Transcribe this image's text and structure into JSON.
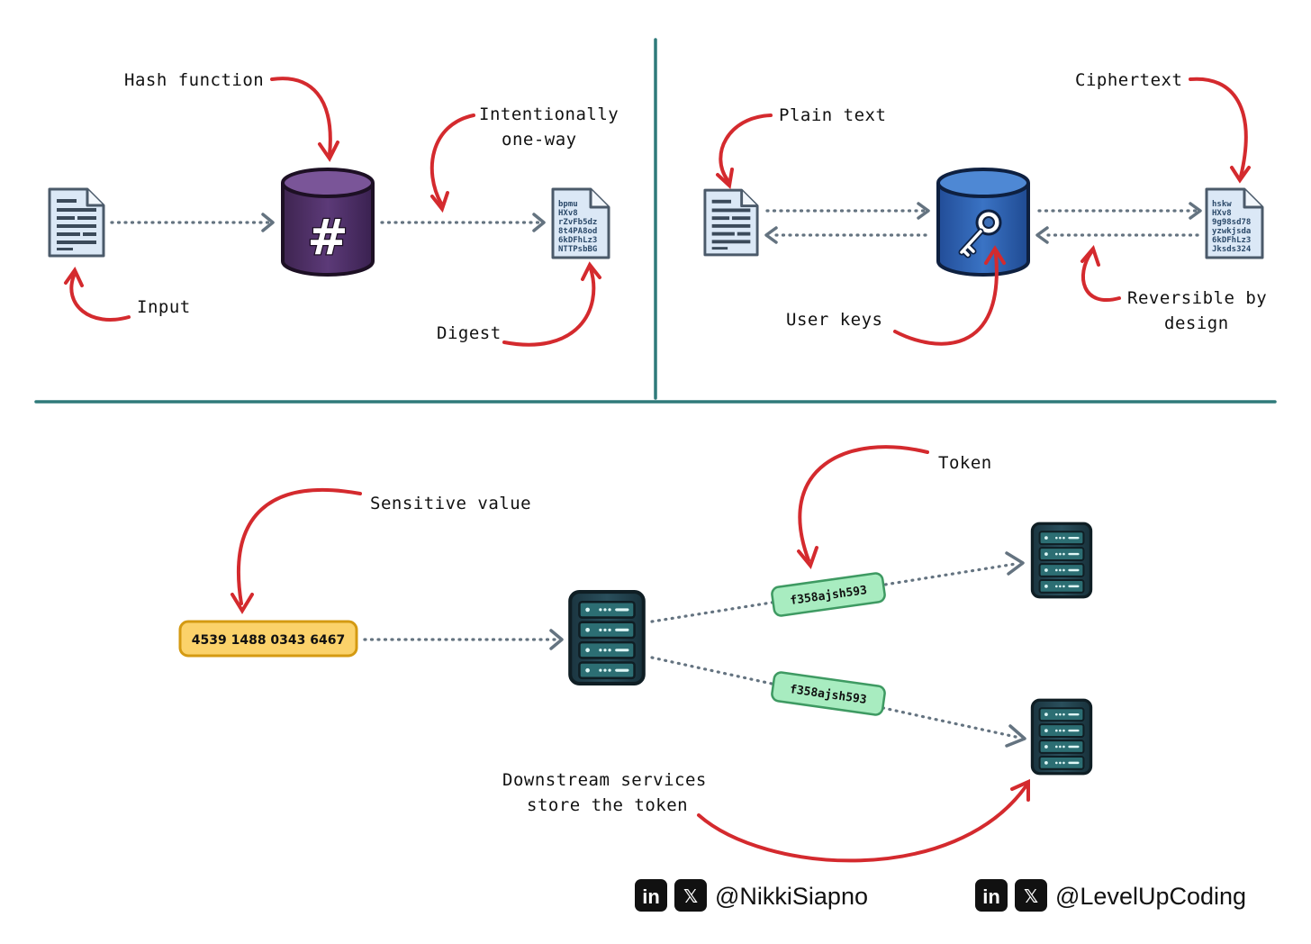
{
  "hashing": {
    "labels": {
      "hash_function": "Hash function",
      "intent_line1": "Intentionally",
      "intent_line2": "one-way",
      "input": "Input",
      "digest": "Digest"
    },
    "digest_lines": [
      "bpmu",
      "HXv8",
      "rZvFb5dz",
      "8t4PA8od",
      "6kDFhLz3",
      "NTTPsbBG"
    ],
    "hash_symbol": "#"
  },
  "encryption": {
    "labels": {
      "plain_text": "Plain text",
      "ciphertext": "Ciphertext",
      "user_keys": "User keys",
      "reversible_line1": "Reversible by",
      "reversible_line2": "design"
    },
    "cipher_lines": [
      "hskw",
      "HXv8",
      "9g98sd78",
      "yzwkjsda",
      "6kDFhLz3",
      "Jksds324"
    ]
  },
  "tokenization": {
    "labels": {
      "sensitive_value": "Sensitive value",
      "token": "Token",
      "downstream_line1": "Downstream services",
      "downstream_line2": "store the token"
    },
    "card_number": "4539 1488 0343 6467",
    "token_top": "f358ajsh593",
    "token_bottom": "f358ajsh593"
  },
  "footer": {
    "handle_left": "@NikkiSiapno",
    "handle_right": "@LevelUpCoding",
    "linkedin_glyph": "in",
    "x_glyph": "𝕏"
  },
  "colors": {
    "arrow_red": "#d42a2e",
    "divider": "#2f7a7a",
    "hash_db": "#4f2f66",
    "enc_db": "#2f63b4",
    "card_fill": "#fbd26a",
    "token_fill": "#a8ecc0",
    "server": "#1f3a44"
  }
}
